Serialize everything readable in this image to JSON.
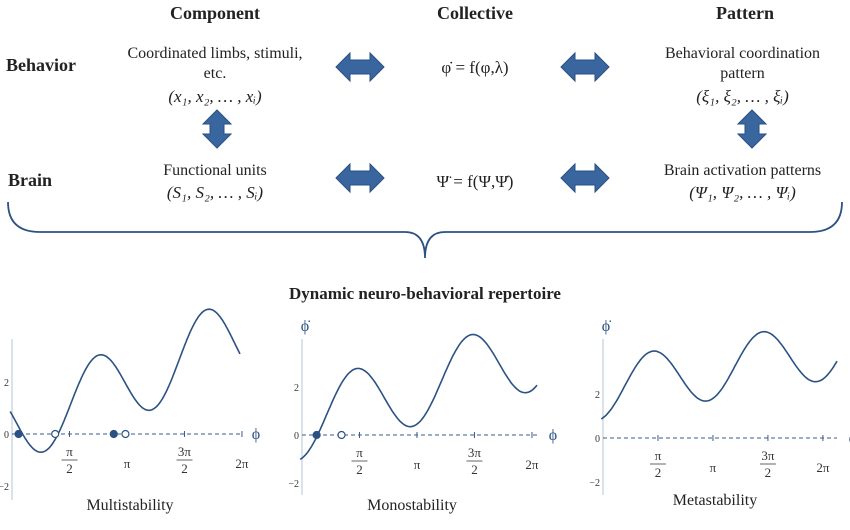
{
  "headers": {
    "component": "Component",
    "collective": "Collective",
    "pattern": "Pattern"
  },
  "rows": {
    "behavior": "Behavior",
    "brain": "Brain"
  },
  "behavior": {
    "component_line1": "Coordinated limbs, stimuli,",
    "component_line2": "etc.",
    "component_vars": "(x₁, x₂, … , xᵢ)",
    "collective_eq": "φ̇ = f(φ,λ)",
    "pattern_line1": "Behavioral coordination",
    "pattern_line2": "pattern",
    "pattern_vars": "(ξ₁, ξ₂, … , ξᵢ)"
  },
  "brain": {
    "component_line1": "Functional units",
    "component_vars": "(S₁, S₂, … , Sᵢ)",
    "collective_eq": "Ψ̈ = f(Ψ,Ψ̇)",
    "pattern_line1": "Brain activation patterns",
    "pattern_vars": "(Ψ₁, Ψ₂, … , Ψᵢ)"
  },
  "repertoire_title": "Dynamic neuro-behavioral repertoire",
  "colors": {
    "arrow": "#3a66a0",
    "curve": "#2c5283",
    "axis": "#3b5b8c"
  },
  "chart_data": [
    {
      "type": "line",
      "caption": "Multistability",
      "ylabel": "",
      "xlabel": "ϕ",
      "xticks": [
        "π/2",
        "π",
        "3π/2",
        "2π"
      ],
      "yticks": [
        "2",
        "0",
        "−2"
      ],
      "fixed_points": [
        {
          "x": 0.18,
          "stable": true
        },
        {
          "x": 1.18,
          "stable": false
        },
        {
          "x": 2.78,
          "stable": true
        },
        {
          "x": 3.1,
          "stable": false
        }
      ]
    },
    {
      "type": "line",
      "caption": "Monostability",
      "ylabel": "ϕ̇",
      "xlabel": "ϕ",
      "xticks": [
        "π/2",
        "π",
        "3π/2",
        "2π"
      ],
      "yticks": [
        "2",
        "0",
        "−2"
      ],
      "fixed_points": [
        {
          "x": 0.4,
          "stable": true
        },
        {
          "x": 1.08,
          "stable": false
        }
      ]
    },
    {
      "type": "line",
      "caption": "Metastability",
      "ylabel": "ϕ̇",
      "xlabel": "ϕ",
      "xticks": [
        "π/2",
        "π",
        "3π/2",
        "2π"
      ],
      "yticks": [
        "2",
        "0",
        "−2"
      ],
      "fixed_points": []
    }
  ]
}
